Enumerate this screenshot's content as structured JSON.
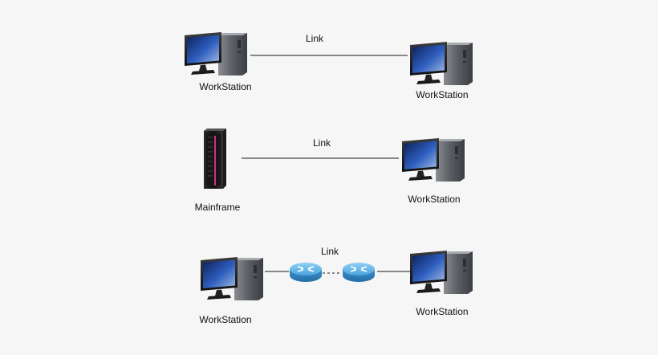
{
  "colors": {
    "background": "#f6f6f6",
    "link_line": "#1a1a1a",
    "router_fill": "#4aa3dd",
    "mainframe_stripe": "#d0307a",
    "screen_blue": "#2a4fa0",
    "tower_grey": "#6b6f74"
  },
  "rows": [
    {
      "link_label": "Link",
      "left_device": {
        "icon": "workstation-icon",
        "label": "WorkStation"
      },
      "right_device": {
        "icon": "workstation-icon",
        "label": "WorkStation"
      }
    },
    {
      "link_label": "Link",
      "left_device": {
        "icon": "mainframe-icon",
        "label": "Mainframe"
      },
      "right_device": {
        "icon": "workstation-icon",
        "label": "WorkStation"
      }
    },
    {
      "link_label": "Link",
      "left_device": {
        "icon": "workstation-icon",
        "label": "WorkStation"
      },
      "routers": [
        "router-icon",
        "router-icon"
      ],
      "right_device": {
        "icon": "workstation-icon",
        "label": "WorkStation"
      }
    }
  ]
}
